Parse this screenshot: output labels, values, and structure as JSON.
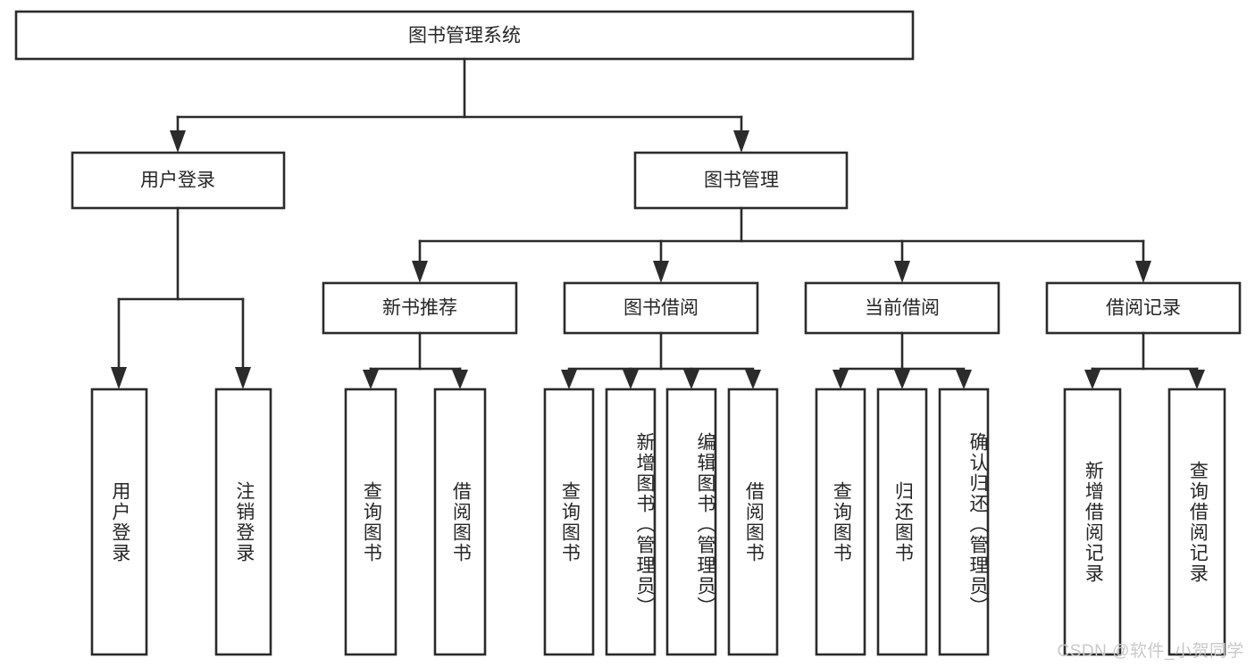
{
  "diagram": {
    "type": "tree",
    "title": "图书管理系统",
    "root": {
      "label": "图书管理系统"
    },
    "level1": [
      {
        "label": "用户登录"
      },
      {
        "label": "图书管理"
      }
    ],
    "level2": [
      {
        "label": "新书推荐"
      },
      {
        "label": "图书借阅"
      },
      {
        "label": "当前借阅"
      },
      {
        "label": "借阅记录"
      }
    ],
    "leaves": {
      "user_login": [
        {
          "label": "用户登录"
        },
        {
          "label": "注销登录"
        }
      ],
      "new_book_recommend": [
        {
          "label": "查询图书"
        },
        {
          "label": "借阅图书"
        }
      ],
      "book_borrow": [
        {
          "label": "查询图书"
        },
        {
          "label": "新增图书（管理员）"
        },
        {
          "label": "编辑图书（管理员）"
        },
        {
          "label": "借阅图书"
        }
      ],
      "current_borrow": [
        {
          "label": "查询图书"
        },
        {
          "label": "归还图书"
        },
        {
          "label": "确认归还（管理员）"
        }
      ],
      "borrow_record": [
        {
          "label": "新增借阅记录"
        },
        {
          "label": "查询借阅记录"
        }
      ]
    }
  },
  "watermark": {
    "text": "CSDN @软件_小贺同学"
  },
  "colors": {
    "stroke": "#2b2b2b",
    "box_fill": "#ffffff",
    "text": "#262626",
    "background": "#ffffff",
    "watermark": "#c9c9c9"
  }
}
